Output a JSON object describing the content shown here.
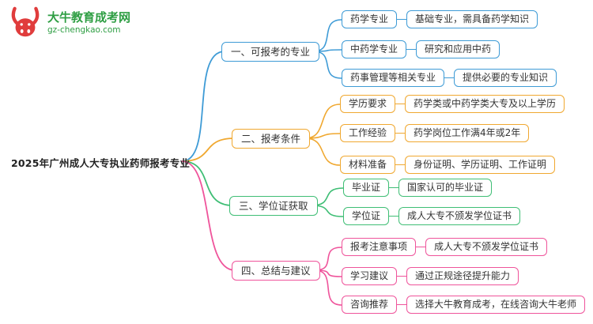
{
  "logo": {
    "site_name": "大牛教育成考网",
    "site_url": "gz-chengkao.com",
    "icon_color": "#e03c3c",
    "text_color": "#2e9e43"
  },
  "root": {
    "label": "2025年广州成人大专执业药师报考专业"
  },
  "branches": [
    {
      "label": "一、可报考的专业",
      "color": "#3e9bd6",
      "items": [
        {
          "label": "药学专业",
          "value": "基础专业，需具备药学知识"
        },
        {
          "label": "中药学专业",
          "value": "研究和应用中药"
        },
        {
          "label": "药事管理等相关专业",
          "value": "提供必要的专业知识"
        }
      ]
    },
    {
      "label": "二、报考条件",
      "color": "#f0a830",
      "items": [
        {
          "label": "学历要求",
          "value": "药学类或中药学类大专及以上学历"
        },
        {
          "label": "工作经验",
          "value": "药学岗位工作满4年或2年"
        },
        {
          "label": "材料准备",
          "value": "身份证明、学历证明、工作证明"
        }
      ]
    },
    {
      "label": "三、学位证获取",
      "color": "#3fbe75",
      "items": [
        {
          "label": "毕业证",
          "value": "国家认可的毕业证"
        },
        {
          "label": "学位证",
          "value": "成人大专不颁发学位证书"
        }
      ]
    },
    {
      "label": "四、总结与建议",
      "color": "#ef549b",
      "items": [
        {
          "label": "报考注意事项",
          "value": "成人大专不颁发学位证书"
        },
        {
          "label": "学习建议",
          "value": "通过正规途径提升能力"
        },
        {
          "label": "咨询推荐",
          "value": "选择大牛教育成考，在线咨询大牛老师"
        }
      ]
    }
  ]
}
